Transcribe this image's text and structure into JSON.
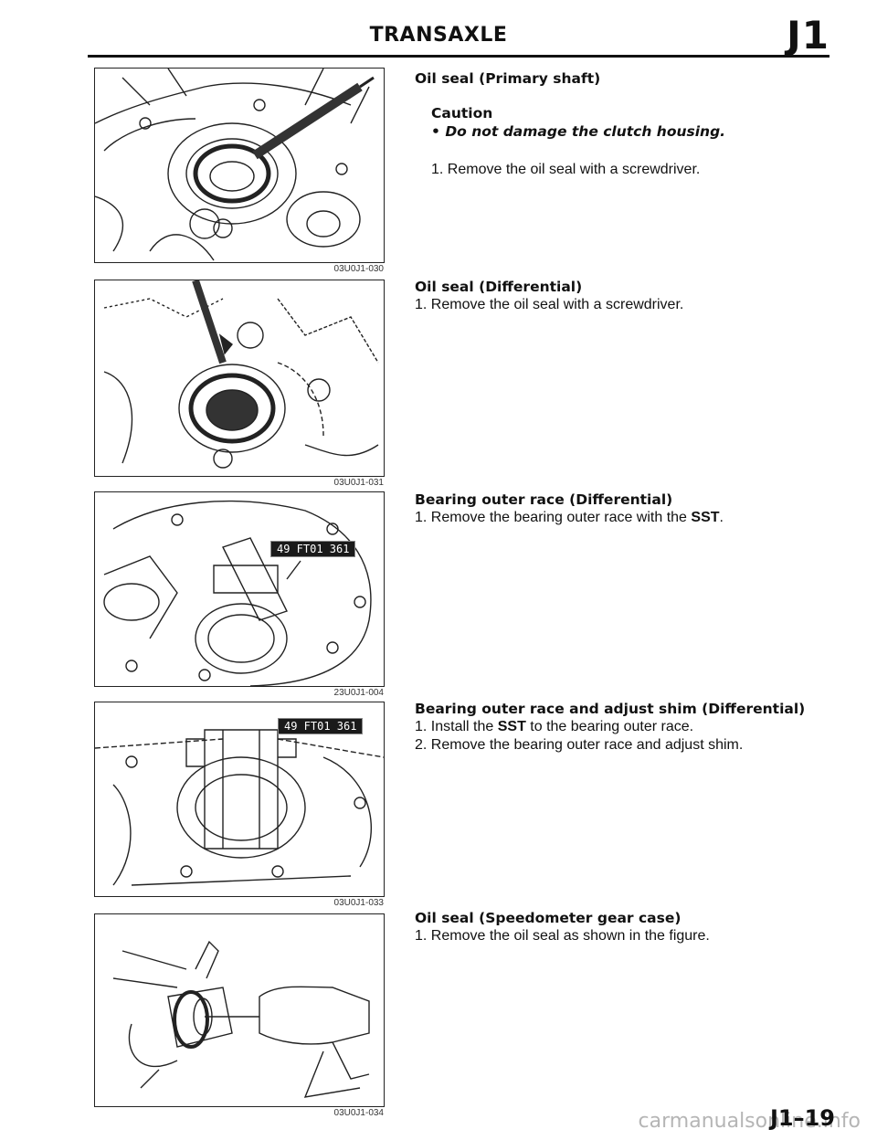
{
  "header": {
    "title": "TRANSAXLE",
    "code": "J1"
  },
  "figures": [
    {
      "caption": "03U0J1-030"
    },
    {
      "caption": "03U0J1-031"
    },
    {
      "caption": "23U0J1-004",
      "tag": "49 FT01 361"
    },
    {
      "caption": "03U0J1-033",
      "tag": "49 FT01 361"
    },
    {
      "caption": "03U0J1-034"
    }
  ],
  "sections": [
    {
      "title": "Oil seal (Primary shaft)",
      "caution_label": "Caution",
      "caution_item": "Do not damage the clutch housing.",
      "steps": [
        "1. Remove the oil seal with a screwdriver."
      ]
    },
    {
      "title": "Oil seal (Differential)",
      "steps": [
        "1. Remove the oil seal with a screwdriver."
      ]
    },
    {
      "title": "Bearing outer race (Differential)",
      "steps": [
        {
          "pre": "1. Remove the bearing outer race with the ",
          "bold": "SST",
          "post": "."
        }
      ]
    },
    {
      "title": "Bearing outer race and adjust shim (Differential)",
      "steps": [
        {
          "pre": "1. Install the ",
          "bold": "SST",
          "post": " to the bearing outer race."
        },
        "2. Remove the bearing outer race and adjust shim."
      ]
    },
    {
      "title": "Oil seal (Speedometer gear case)",
      "steps": [
        "1. Remove the oil seal as shown in the figure."
      ]
    }
  ],
  "footer": {
    "page": "J1–19",
    "watermark": "carmanualsonline.info"
  }
}
